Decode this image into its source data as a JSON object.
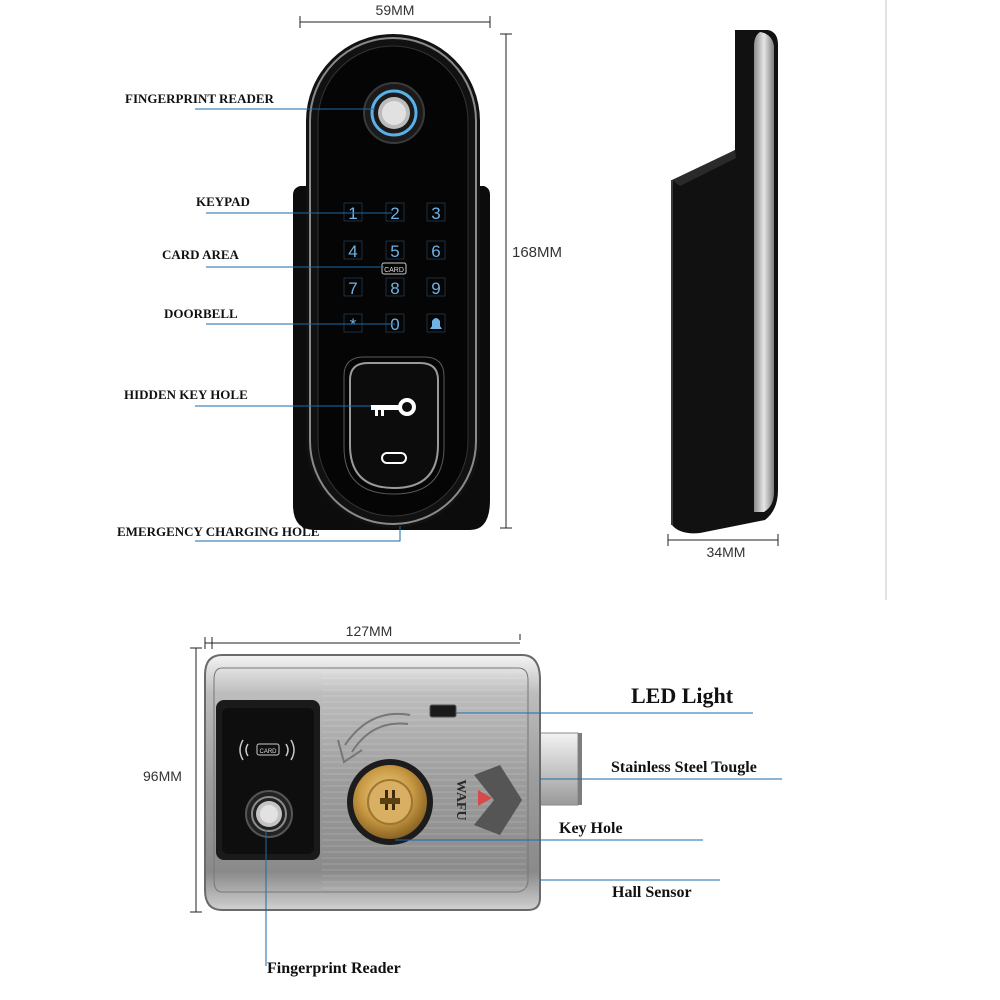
{
  "dimensions": {
    "front_width": "59MM",
    "front_height": "168MM",
    "side_depth": "34MM",
    "rim_width": "127MM",
    "rim_height": "96MM"
  },
  "front_labels": {
    "fingerprint_reader": "FINGERPRINT READER",
    "keypad": "KEYPAD",
    "card_area": "CARD AREA",
    "doorbell": "DOORBELL",
    "hidden_key_hole": "HIDDEN KEY HOLE",
    "emergency_charging_hole": "EMERGENCY CHARGING HOLE"
  },
  "keypad_keys": [
    "1",
    "2",
    "3",
    "4",
    "5",
    "6",
    "7",
    "8",
    "9",
    "*",
    "0",
    "bell"
  ],
  "card_badge": "CARD",
  "rim_labels": {
    "led_light": "LED Light",
    "stainless_steel_tougle": "Stainless Steel Tougle",
    "key_hole": "Key Hole",
    "hall_sensor": "Hall Sensor",
    "fingerprint_reader": "Fingerprint Reader"
  },
  "brand_logo": "WAFU",
  "rim_card_badge": "CARD"
}
